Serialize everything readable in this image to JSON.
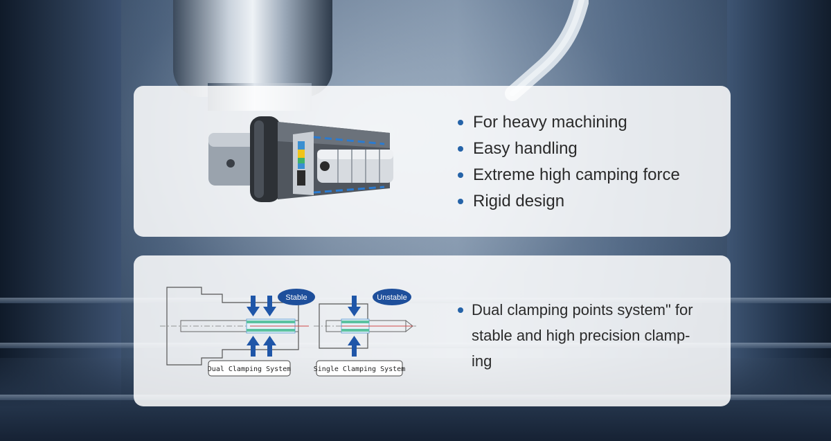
{
  "features": {
    "items": [
      "For heavy machining",
      "Easy handling",
      "Extreme high camping force",
      "Rigid design"
    ]
  },
  "clamping": {
    "text_lines": [
      "Dual clamping points system\" for",
      "stable and high precision clamp-",
      "ing"
    ]
  },
  "diagram": {
    "stable_label": "Stable",
    "unstable_label": "Unstable",
    "dual_caption": "Dual Clamping System",
    "single_caption": "Single Clamping System"
  },
  "colors": {
    "bullet": "#2563a8",
    "arrow": "#1f56a8",
    "badge": "#1e4f9b"
  }
}
